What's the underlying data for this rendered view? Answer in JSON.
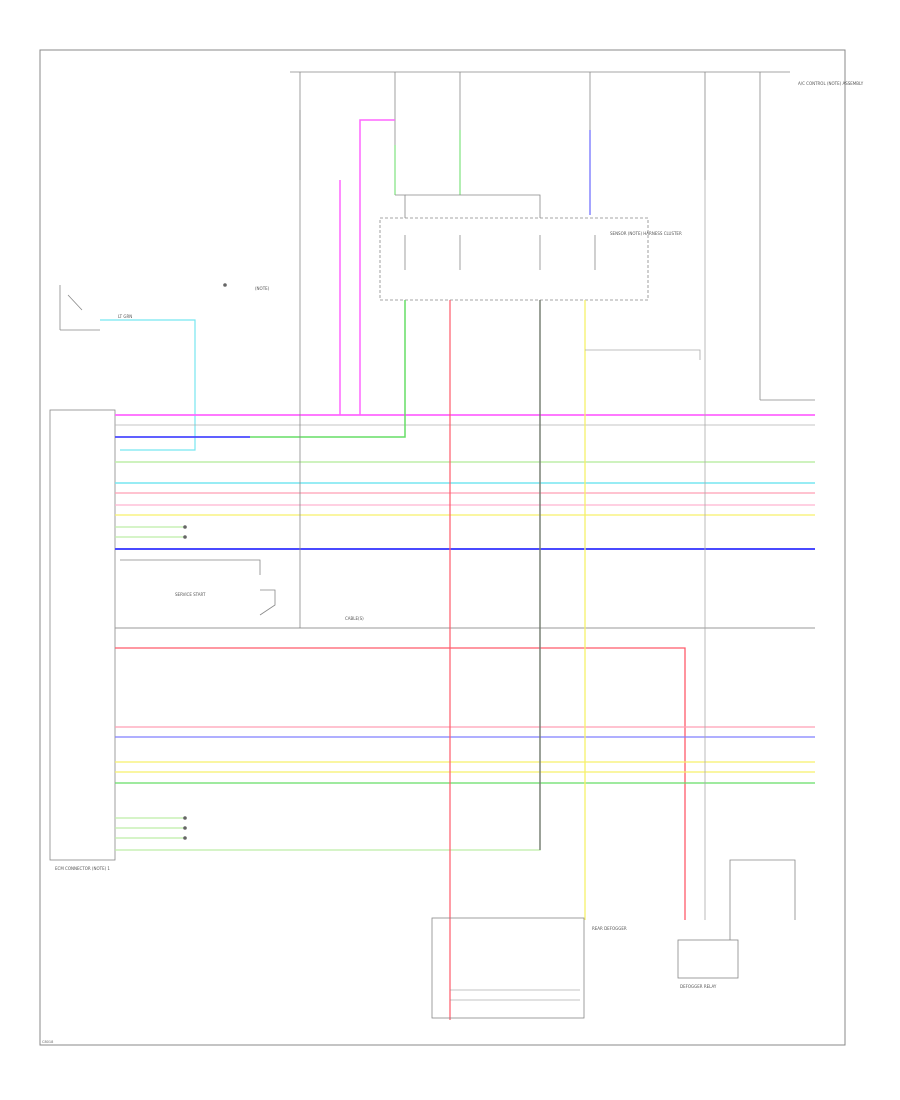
{
  "labels": {
    "ecm_connector": "ECM CONNECTOR (NOTE) 1",
    "wire_color": "LT GRN",
    "ecm_connector_note": "(NOTE)",
    "sensor_note": "SENSOR (NOTE) HARNESS CLUSTER",
    "cable_note": "CABLE(S)",
    "service_start": "SERVICE START",
    "rear_defogger": "REAR DEFOGGER",
    "defogger_relay": "DEFOGGER RELAY",
    "air_conditioner": "A/C CONTROL (NOTE) ASSEMBLY"
  },
  "colors": {
    "magenta": "#ff66ff",
    "blue": "#4a4aff",
    "green": "#66dd66",
    "cyan": "#77e6f0",
    "pink": "#ff9fb4",
    "red": "#ff5a6a",
    "yellow": "#f6f06a",
    "gray": "#8a8a8a",
    "light_green": "#bdeea8",
    "frame": "#888888"
  },
  "page_number": "C8018"
}
